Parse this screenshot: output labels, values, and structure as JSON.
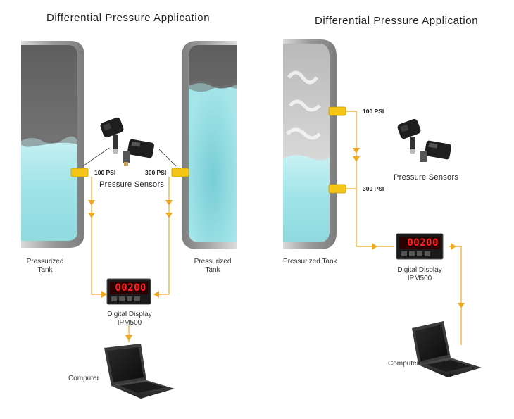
{
  "left_diagram": {
    "title": "Differential Pressure Application",
    "tank_left_label": [
      "Pressurized",
      "Tank"
    ],
    "tank_right_label": [
      "Pressurized",
      "Tank"
    ],
    "sensor_left_psi": "100 PSI",
    "sensor_right_psi": "300 PSI",
    "sensors_label": "Pressure Sensors",
    "display_label": [
      "Digital Display",
      "IPM500"
    ],
    "display_value": "00200",
    "computer_label": "Computer"
  },
  "right_diagram": {
    "title": "Differential Pressure Application",
    "tank_label": "Pressurized Tank",
    "sensor_top_psi": "100 PSI",
    "sensor_bottom_psi": "300 PSI",
    "sensors_label": "Pressure Sensors",
    "display_label": [
      "Digital Display",
      "IPM500"
    ],
    "display_value": "00200",
    "computer_label": "Computer"
  },
  "colors": {
    "connector": "#f5c518",
    "signal_line": "#f0a81e",
    "liquid": "#9fe3e8",
    "tank_wall": "#8e8e8e",
    "display_led": "#ff2020"
  }
}
